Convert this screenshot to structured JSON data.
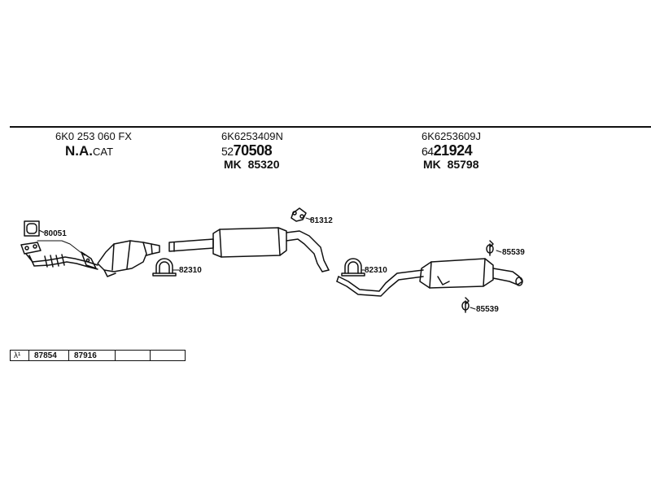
{
  "groups": [
    {
      "part_number": "6K0 253 060 FX",
      "name_main": "N.A.",
      "name_suffix": "CAT"
    },
    {
      "part_number": "6K6253409N",
      "code_prefix": "52",
      "code_main": "70508",
      "mk_label": "MK",
      "mk_number": "85320"
    },
    {
      "part_number": "6K6253609J",
      "code_prefix": "64",
      "code_main": "21924",
      "mk_label": "MK",
      "mk_number": "85798"
    }
  ],
  "callouts": {
    "gasket": "80051",
    "clamp_front": "82310",
    "hanger_mid": "81312",
    "clamp_rear": "82310",
    "rubber_upper": "85539",
    "rubber_lower": "85539"
  },
  "footer": {
    "symbol": "λ¹",
    "values": [
      "87854",
      "87916",
      "",
      ""
    ]
  }
}
